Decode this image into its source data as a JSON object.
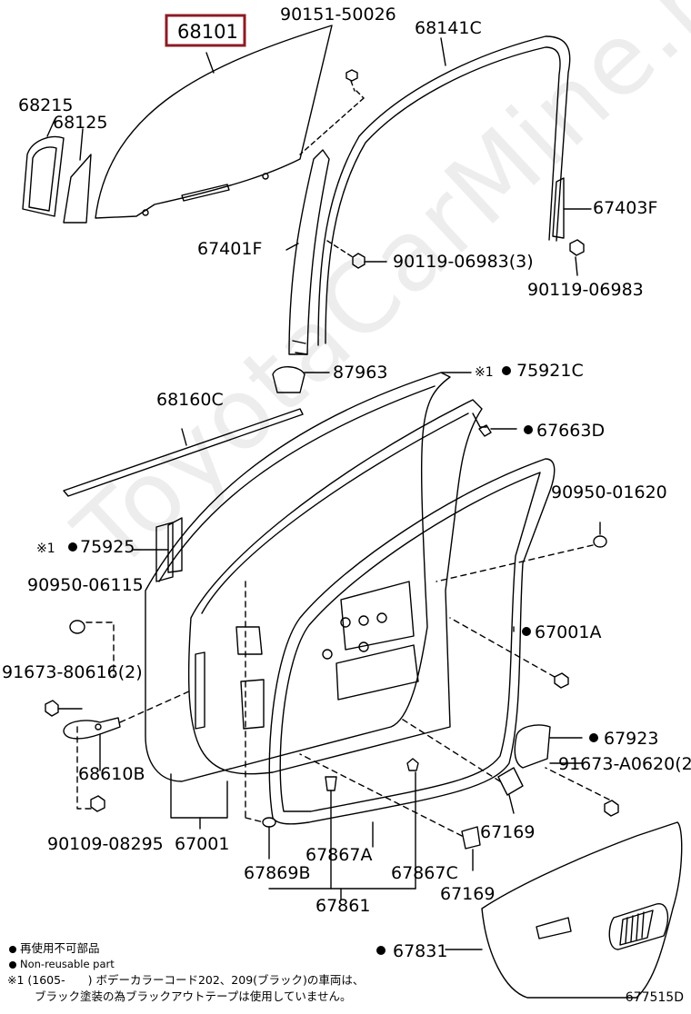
{
  "watermark": "ToyotaCarMine.ru",
  "diagram_code": "677515D",
  "highlight_color": "#8b1c24",
  "parts": {
    "p68101": "68101",
    "p90151": "90151-50026",
    "p68141C": "68141C",
    "p68215": "68215",
    "p68125": "68125",
    "p67403F": "67403F",
    "p67401F": "67401F",
    "p90119a": "90119-06983(3)",
    "p90119b": "90119-06983",
    "p87963": "87963",
    "p75921C": "75921C",
    "p75921C_mark": "※1",
    "p68160C": "68160C",
    "p67663D": "67663D",
    "p90950_01620": "90950-01620",
    "p75925": "75925",
    "p75925_mark": "※1",
    "p90950_06115": "90950-06115",
    "p67001A": "67001A",
    "p91673_80616": "91673-80616(2)",
    "p67923": "67923",
    "p91673_A0620": "91673-A0620(2)",
    "p68610B": "68610B",
    "p67169a": "67169",
    "p90109": "90109-08295",
    "p67001": "67001",
    "p67867A": "67867A",
    "p67869B": "67869B",
    "p67867C": "67867C",
    "p67169b": "67169",
    "p67861": "67861",
    "p67831": "67831"
  },
  "legend": {
    "line1": "再使用不可部品",
    "line2": "Non-reusable part",
    "line3": "※1 (1605-　　) ボデーカラーコード202、209(ブラック)の車両は、",
    "line4": "ブラック塗装の為ブラックアウトテープは使用していません。"
  }
}
